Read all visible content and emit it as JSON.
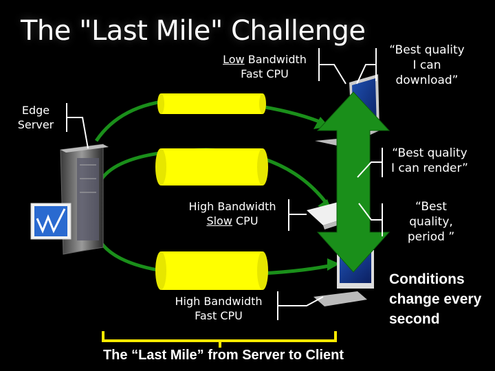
{
  "title": "The \"Last Mile\" Challenge",
  "labels": {
    "edge_server": [
      "Edge",
      "Server"
    ],
    "pipe_top": {
      "line1_bold_under": "Low",
      "line1_rest": " Bandwidth",
      "line2": "Fast CPU"
    },
    "pipe_mid": {
      "line1": "High Bandwidth",
      "line2_under": "Slow",
      "line2_rest": " CPU"
    },
    "pipe_bot": {
      "line1": "High Bandwidth",
      "line2": "Fast CPU"
    }
  },
  "quotes": {
    "q1": [
      "“Best quality",
      "I can",
      "download”"
    ],
    "q2": [
      "“Best quality",
      "I can render”"
    ],
    "q3": [
      "“Best",
      "quality,",
      "period ”"
    ]
  },
  "conditions": [
    "Conditions",
    "change every",
    "second"
  ],
  "footer": "The “Last Mile” from Server to Client",
  "colors": {
    "pipe": "#ffff00",
    "arrow": "#1a8f1a",
    "bracket_yellow": "#ffea00",
    "bracket_green": "#1aa01a"
  },
  "icons": [
    "server-icon",
    "laptop-icon",
    "desktop-icon",
    "logo-icon"
  ]
}
